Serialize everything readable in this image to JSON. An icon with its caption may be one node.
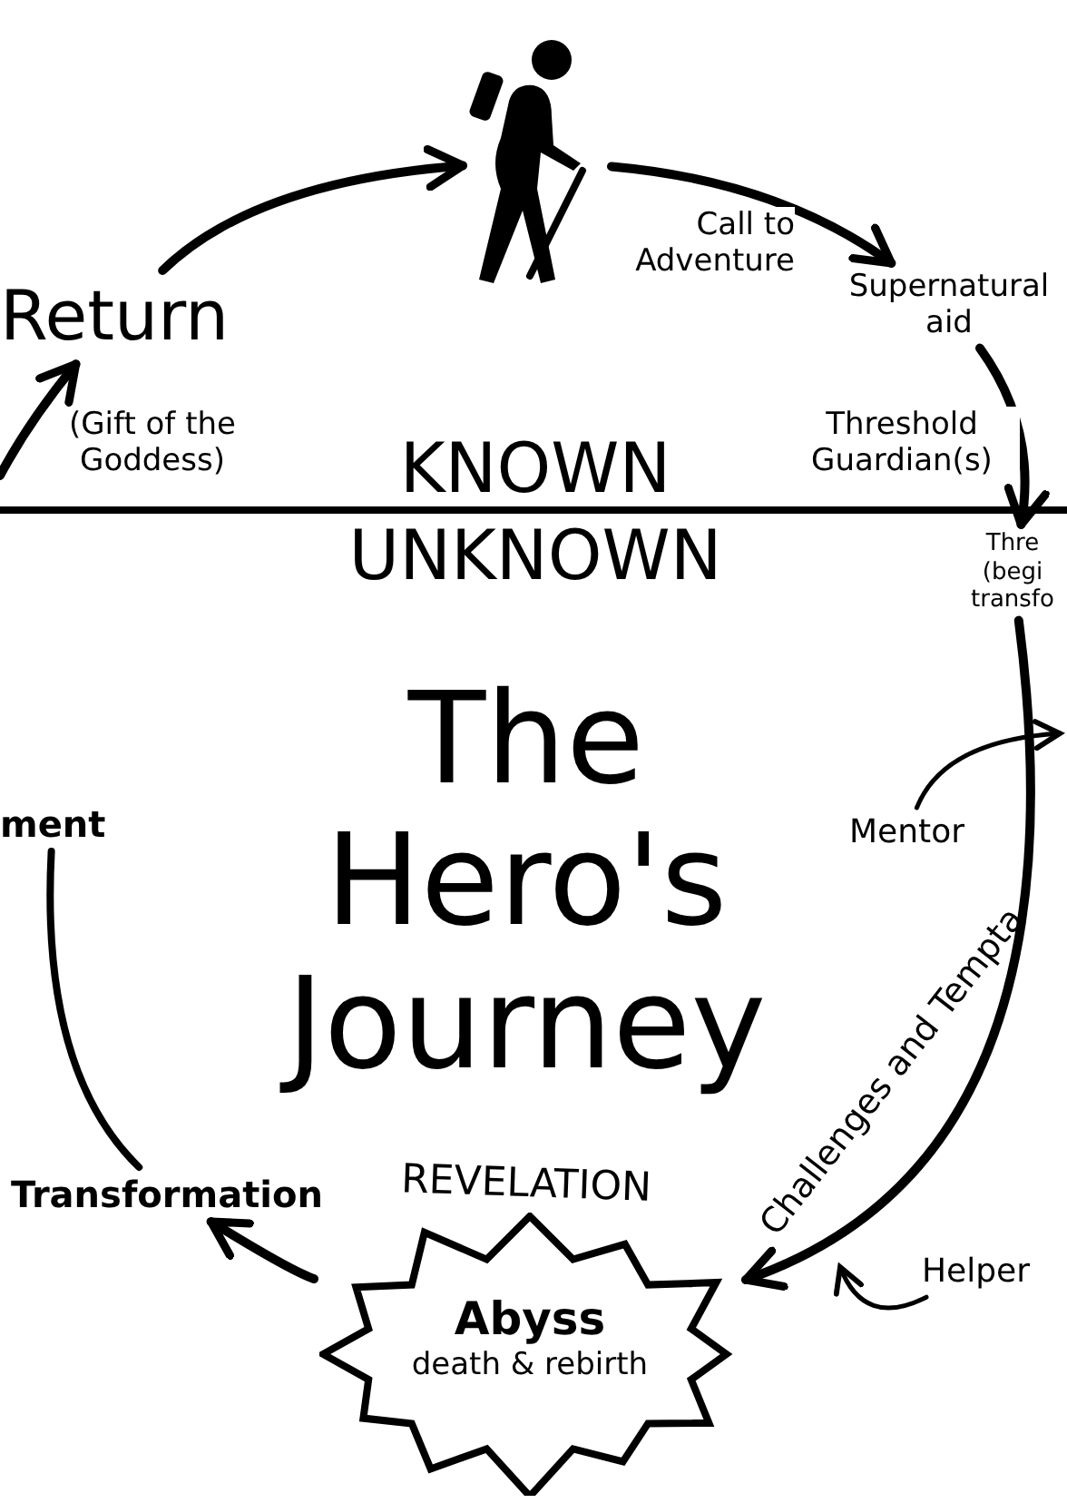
{
  "diagram": {
    "title": "The Hero's Journey",
    "nodes": [
      {
        "text": [],
        "shape": "person"
      },
      {
        "text": [
          "Supernatural aid"
        ]
      },
      {
        "text": [
          "Thre (begi transfo"
        ]
      },
      {
        "text": [
          "Mentor"
        ]
      },
      {
        "text": [
          "Helper"
        ]
      },
      {
        "text": [
          "Abyss",
          "death & rebirth"
        ],
        "beside": [
          "REVELATION"
        ]
      },
      {
        "text": [
          "Transformation"
        ]
      },
      {
        "text": [
          "ment"
        ]
      },
      {
        "text": [
          "Return"
        ]
      }
    ],
    "edges": [
      {
        "from": 0,
        "to": 1,
        "arrow": "to",
        "label": "Call to Adventure"
      },
      {
        "from": 1,
        "to": 2,
        "arrow": "to",
        "label": "Threshold Guardian(s)"
      },
      {
        "from": 2,
        "to": 5,
        "arrow": "to",
        "label": "Challenges and Tempta"
      },
      {
        "from": 3,
        "to": null,
        "arrow": "to"
      },
      {
        "from": 4,
        "to": null,
        "arrow": "to"
      },
      {
        "from": 5,
        "to": 6,
        "arrow": "to"
      },
      {
        "from": 6,
        "to": 7,
        "arrow": "none"
      },
      {
        "from": null,
        "to": 8,
        "arrow": "to"
      },
      {
        "from": 8,
        "to": 0,
        "arrow": "to"
      }
    ],
    "labels": [
      "(Gift of the Goddess)",
      "KNOWN",
      "UNKNOWN"
    ]
  }
}
